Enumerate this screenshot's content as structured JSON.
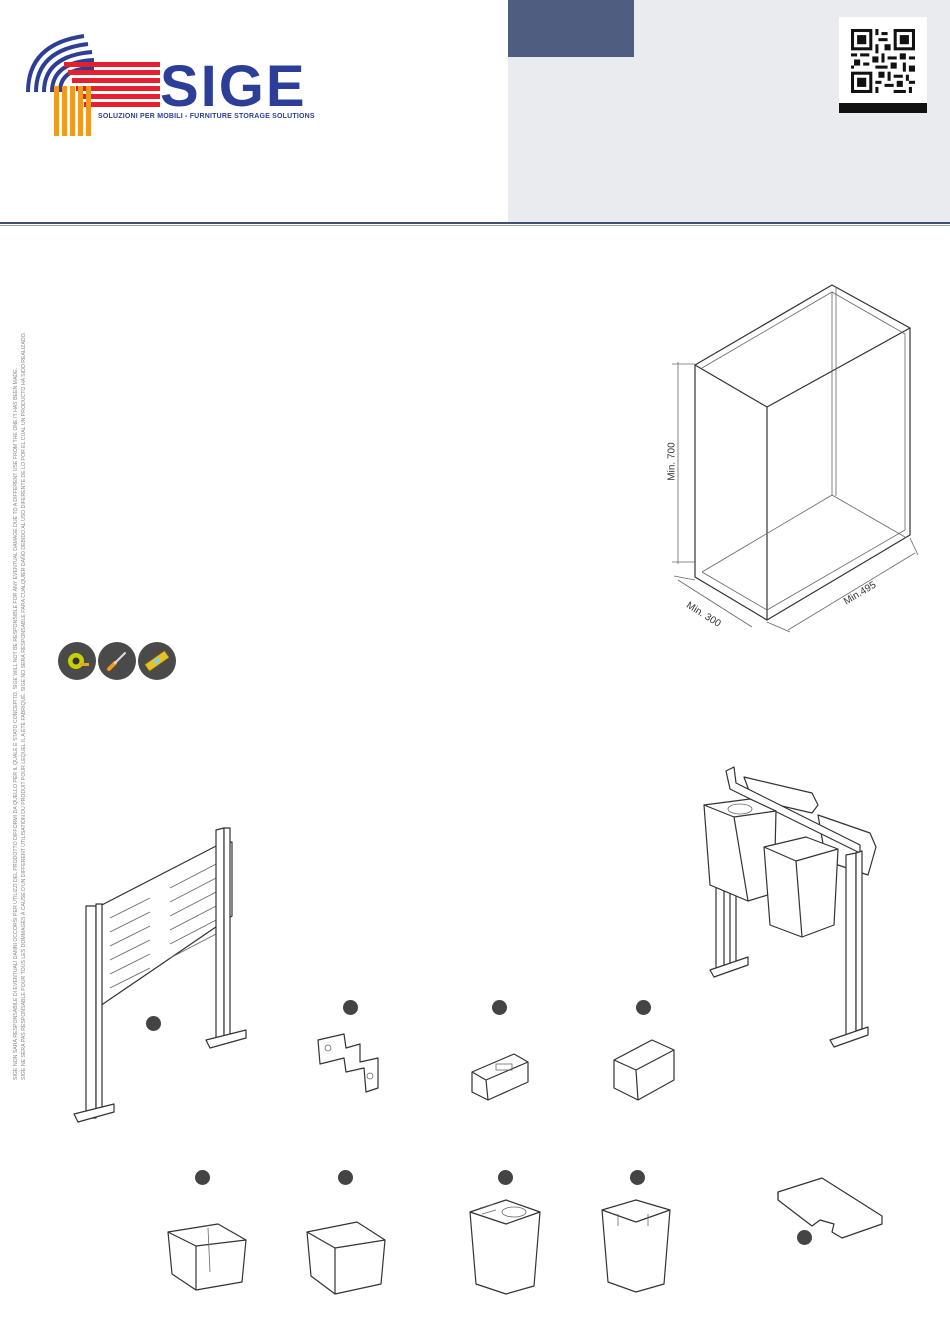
{
  "brand": {
    "name": "SIGE",
    "tagline": "SOLUZIONI PER MOBILI - FURNITURE STORAGE SOLUTIONS",
    "colors": {
      "blue": "#2d3e98",
      "red": "#e4202e",
      "orange": "#f39a1e",
      "header_tab": "#4f5e80",
      "header_panel": "#e9ebef"
    }
  },
  "disclaimer": {
    "line1": "SIGE NON SARÀ RESPONSABILE DI EVENTUALI DANNI OCCORSI PER UTILIZZI DEL PRODOTTO DIFFORMI DA QUELLO PER IL QUALE È STATO CONCEPITO. SIGE WILL NOT BE RESPONSIBLE FOR ANY EVENTUAL DAMAGE DUE TO A DIFFERENT USE FROM THE ONE IT HAS BEEN MADE.",
    "line2": "SIGE NE SERA PAS RESPONSABLE POUR TOUS LES DOMMAGES À CAUSE D'UN DIFFERENT UTILISATION DU PRODUIT POUR LEQUEL IL A ÉTÉ FABRIQUÉ. SIGE NO SERÁ RESPONSABLE PARA CUALQUIER DAÑO DEBIDO AL USO DIFERENTE DE LO POR EL CUAL UN PRODUCTO HA SIDO REALIZADO."
  },
  "cabinet": {
    "height_label": "Min. 700",
    "depth_label": "Min. 300",
    "width_label": "Min.495"
  },
  "tools": [
    {
      "icon": "tape-measure-icon"
    },
    {
      "icon": "screwdriver-icon"
    },
    {
      "icon": "spirit-level-icon"
    }
  ]
}
